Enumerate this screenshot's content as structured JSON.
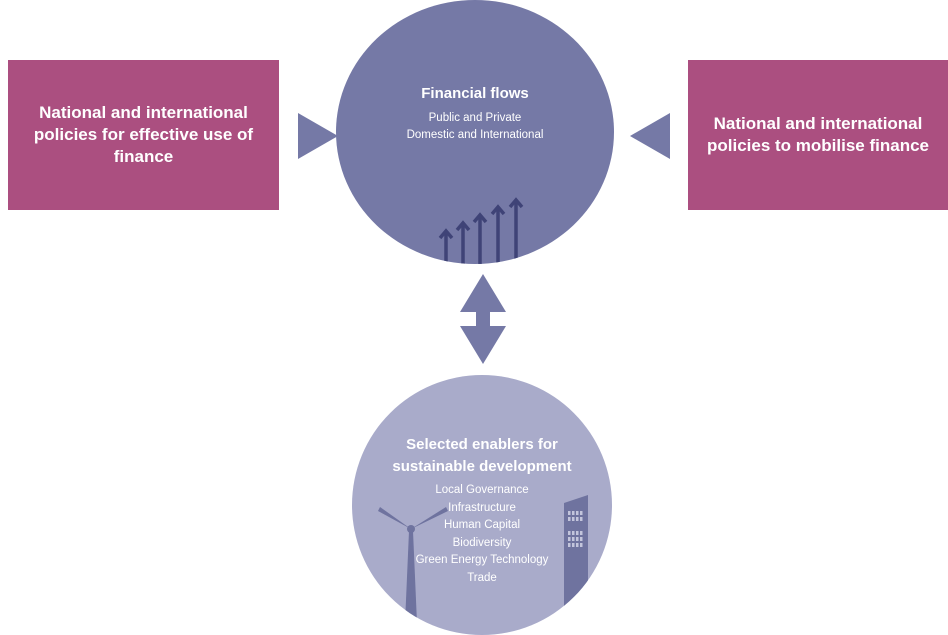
{
  "left_box": {
    "text": "National and international policies for effective use of finance"
  },
  "right_box": {
    "text": "National and international policies to mobilise finance"
  },
  "financial_flows": {
    "title": "Financial flows",
    "lines": [
      "Public and Private",
      "Domestic and International"
    ]
  },
  "enablers": {
    "title_line1": "Selected enablers for",
    "title_line2": "sustainable development",
    "items": [
      "Local Governance",
      "Infrastructure",
      "Human Capital",
      "Biodiversity",
      "Green Energy Technology",
      "Trade"
    ]
  },
  "colors": {
    "policy_box": "#ab4f80",
    "flows_circle": "#7579a6",
    "enablers_circle": "#a9abca",
    "arrows": "#7579a6",
    "icons": "#5a5e8e"
  }
}
